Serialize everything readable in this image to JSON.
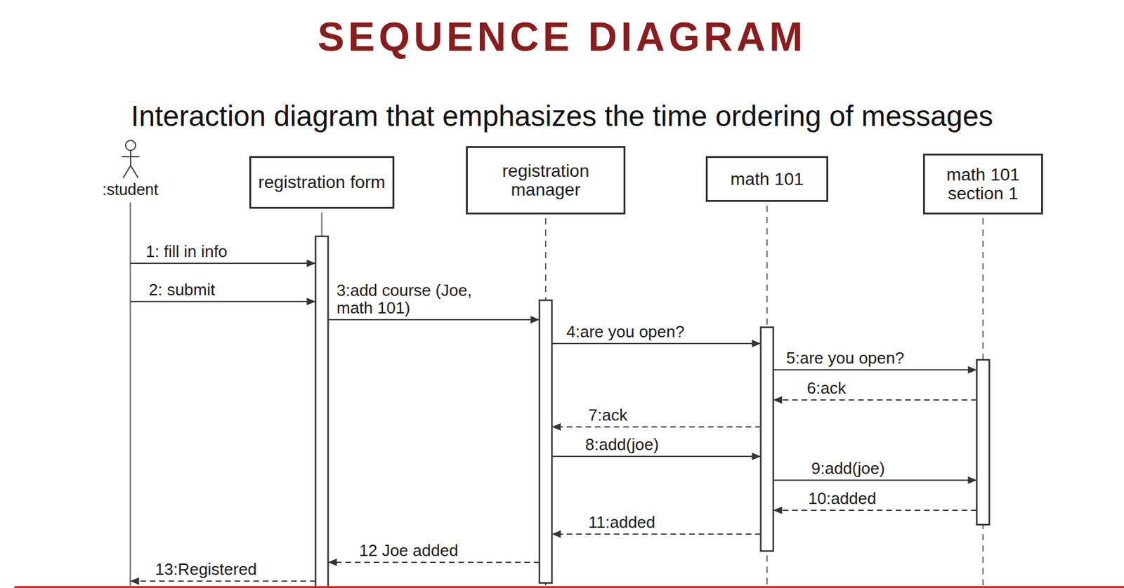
{
  "diagram": {
    "title": "SEQUENCE DIAGRAM",
    "nodes": [
      {
        "text": [
          ":student"
        ]
      },
      {
        "text": [
          "registration form"
        ]
      },
      {
        "text": [
          "registration manager"
        ]
      },
      {
        "text": [
          "math 101"
        ]
      },
      {
        "text": [
          "math 101 section 1"
        ]
      }
    ],
    "edges": [
      {
        "from": 0,
        "to": 1,
        "arrow": "to",
        "label": "1: fill in info"
      },
      {
        "from": 0,
        "to": 1,
        "arrow": "to",
        "label": "2: submit"
      },
      {
        "from": 1,
        "to": 2,
        "arrow": "to",
        "label": "3:add course (Joe, math 101)"
      },
      {
        "from": 2,
        "to": 3,
        "arrow": "to",
        "label": "4:are you open?"
      },
      {
        "from": 3,
        "to": 4,
        "arrow": "to",
        "label": "5:are you open?"
      },
      {
        "from": 4,
        "to": 3,
        "arrow": "to",
        "label": "6:ack"
      },
      {
        "from": 3,
        "to": 2,
        "arrow": "to",
        "label": "7:ack"
      },
      {
        "from": 2,
        "to": 3,
        "arrow": "to",
        "label": "8:add(joe)"
      },
      {
        "from": 3,
        "to": 4,
        "arrow": "to",
        "label": "9:add(joe)"
      },
      {
        "from": 4,
        "to": 3,
        "arrow": "to",
        "label": "10:added"
      },
      {
        "from": 3,
        "to": 2,
        "arrow": "to",
        "label": "11:added"
      },
      {
        "from": 2,
        "to": 1,
        "arrow": "to",
        "label": "12 Joe added"
      },
      {
        "from": 1,
        "to": 0,
        "arrow": "to",
        "label": "13:Registered"
      }
    ],
    "labels": [
      "Interaction diagram that emphasizes the time ordering of messages"
    ]
  }
}
